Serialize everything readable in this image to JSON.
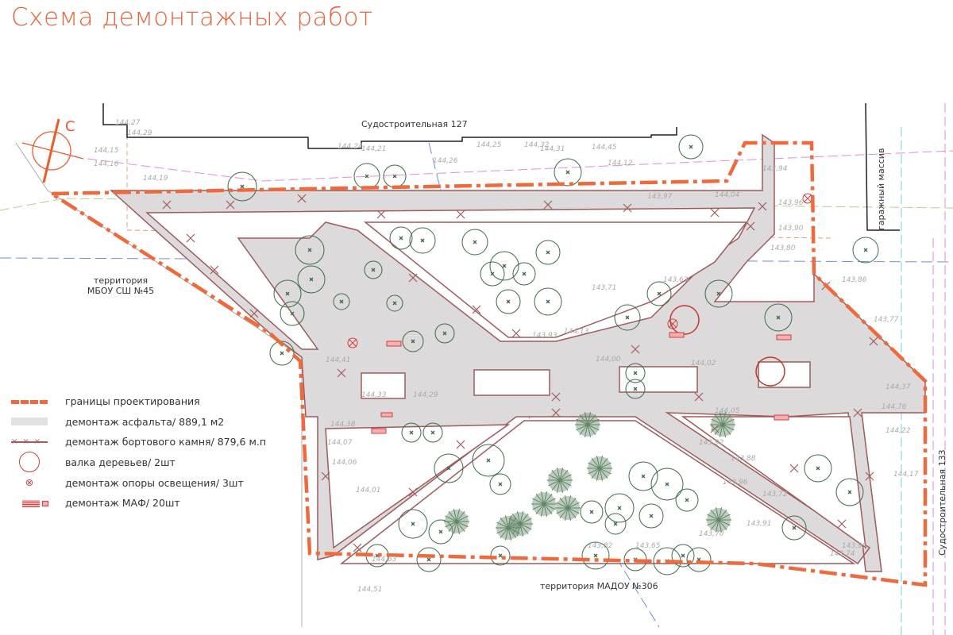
{
  "title": "Схема демонтажных работ",
  "labels": {
    "street_top": "Судостроительная 127",
    "street_right": "Судостроительная 133",
    "garage": "гаражный массив",
    "school_1": "территория",
    "school_2": "МБОУ СШ №45",
    "kindergarten": "территория МАДОУ №306",
    "north": "С"
  },
  "spot_heights": [
    "144,27",
    "144,29",
    "144,15",
    "144,16",
    "144,19",
    "144,24",
    "144,21",
    "144,26",
    "144,25",
    "144,32",
    "144,31",
    "144,45",
    "144,12",
    "143,97",
    "144,04",
    "143,94",
    "143,96",
    "143,90",
    "143,80",
    "143,86",
    "143,63",
    "143,71",
    "143,77",
    "143,93",
    "144,13",
    "144,00",
    "144,02",
    "144,05",
    "143,92",
    "143,88",
    "143,96",
    "143,91",
    "143,99",
    "143,65",
    "143,82",
    "144,01",
    "144,06",
    "144,07",
    "144,38",
    "144,63",
    "144,51",
    "144,41",
    "144,33",
    "144,29",
    "144,76",
    "144,22",
    "144,37",
    "144,17",
    "143,74",
    "143,72",
    "143,70"
  ],
  "legend": [
    {
      "icon": "boundary-line",
      "label": "границы проектирования"
    },
    {
      "icon": "asphalt-fill",
      "label": "демонтаж асфальта/ 889,1 м2"
    },
    {
      "icon": "curb-line",
      "label": "демонтаж бортового камня/ 879,6 м.п"
    },
    {
      "icon": "tree-removal",
      "label": "валка деревьев/ 2шт"
    },
    {
      "icon": "light-pole",
      "label": "демонтаж опоры освещения/ 3шт"
    },
    {
      "icon": "maf",
      "label": "демонтаж МАФ/ 20шт"
    }
  ],
  "colors": {
    "accent": "#e8643c",
    "curb": "#a05a5a",
    "tree": "#3d6b47",
    "asphalt": "#dcdada"
  }
}
